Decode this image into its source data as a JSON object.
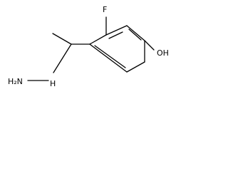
{
  "molecule": {
    "atoms": {
      "fluorine": "F",
      "hydroxyl": "OH",
      "amine": "H₂N",
      "hydrazine_nh": "H"
    }
  }
}
